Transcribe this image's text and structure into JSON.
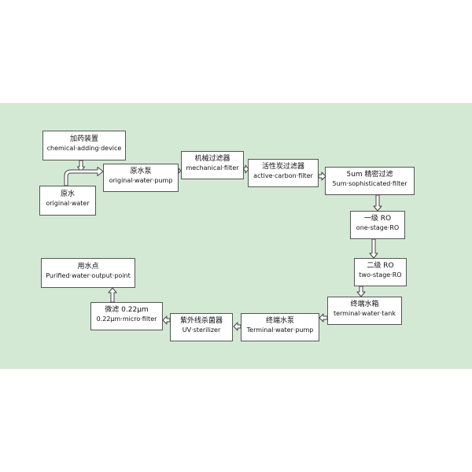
{
  "colors": {
    "background": "#d4e9d4",
    "box": "#ffffff",
    "border": "#555555",
    "arrow": "#444444"
  },
  "nodes": {
    "chemical": {
      "zh": "加药装置",
      "en": "chemical·adding·device"
    },
    "raw_water": {
      "zh": "原水",
      "en": "original·water"
    },
    "raw_pump": {
      "zh": "原水泵",
      "en": "original·water·pump"
    },
    "mech_filter": {
      "zh": "机械过滤器",
      "en": "mechanical·filter"
    },
    "carbon_filter": {
      "zh": "活性炭过滤器",
      "en": "active·carbon·filter"
    },
    "fine_filter": {
      "zh": "5um 精密过滤",
      "en": "5um·sophisticated·filter"
    },
    "ro1": {
      "zh": "一级 RO",
      "en": "one-stage·RO"
    },
    "ro2": {
      "zh": "二级 RO",
      "en": "two-stage·RO"
    },
    "tank": {
      "zh": "终端水箱",
      "en": "terminal·water·tank"
    },
    "term_pump": {
      "zh": "终端水泵",
      "en": "Terminal·water·pump"
    },
    "uv": {
      "zh": "紫外线杀菌器",
      "en": "UV·sterilizer"
    },
    "micro_filter": {
      "zh": "微滤 0.22μm",
      "en": "0.22μm·micro·filter"
    },
    "outlet": {
      "zh": "用水点",
      "en": "Purified·water·output·point"
    }
  }
}
